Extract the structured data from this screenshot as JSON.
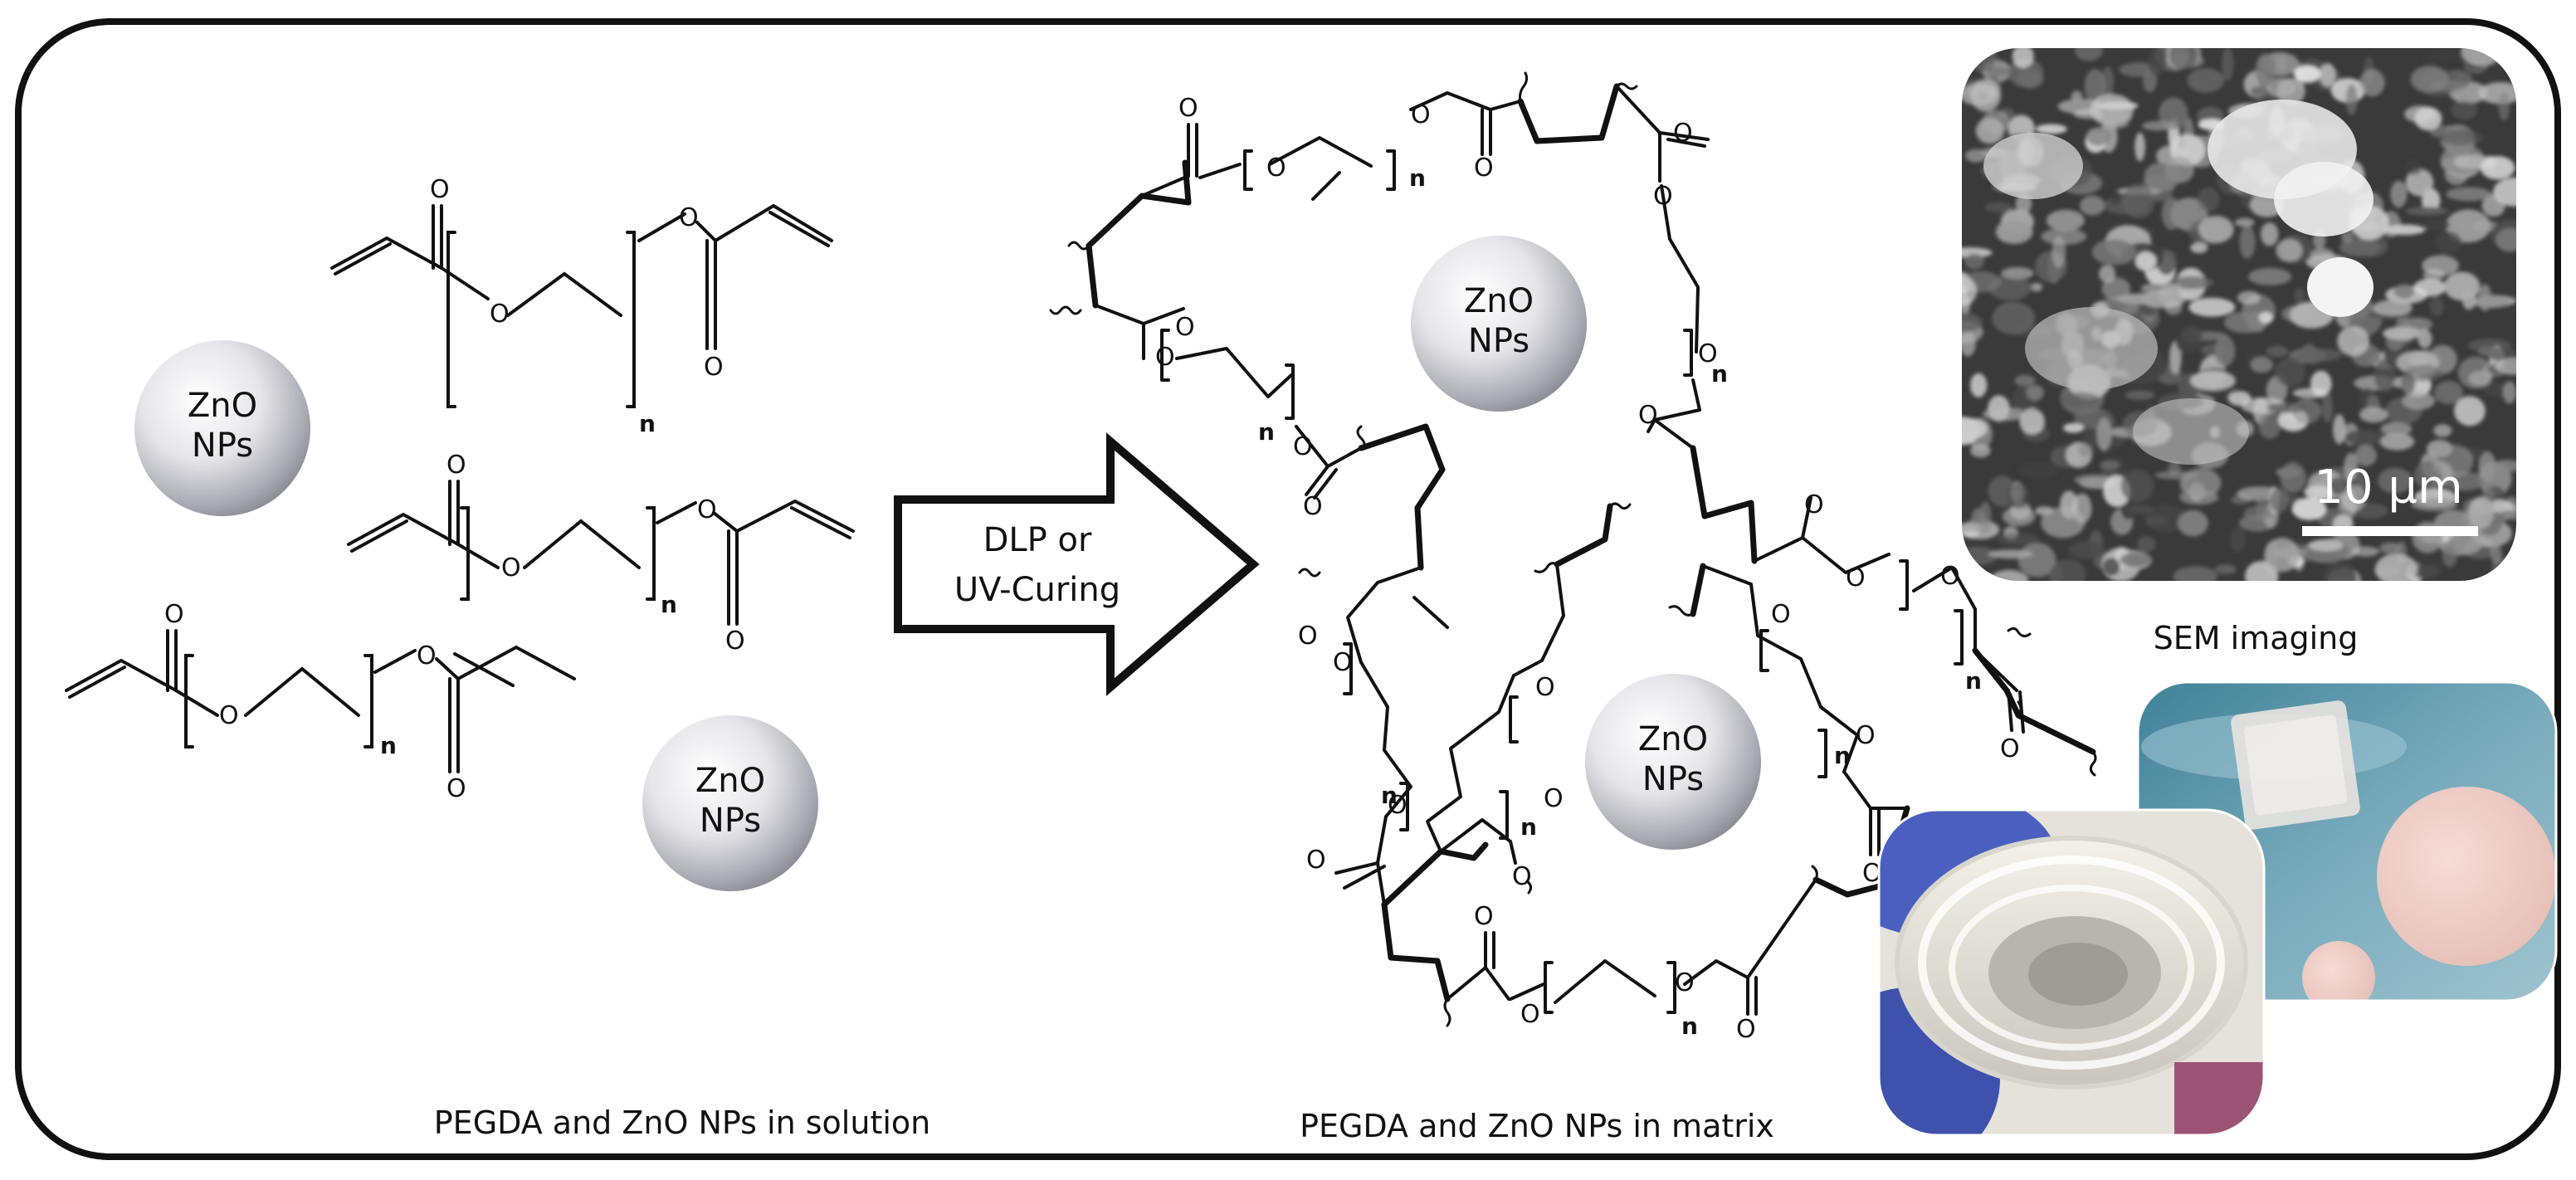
{
  "nanoparticle": {
    "line1": "ZnO",
    "line2": "NPs"
  },
  "atoms": {
    "oxygen": "O",
    "repeat": "n"
  },
  "arrow": {
    "line1": "DLP or",
    "line2": "UV-Curing"
  },
  "captions": {
    "solution": "PEGDA and ZnO NPs in solution",
    "matrix": "PEGDA and ZnO NPs in matrix",
    "sem": "SEM imaging"
  },
  "sem_image": {
    "scale_bar": "10 µm"
  },
  "colors": {
    "frame": "#111111",
    "sphere_light": "#ffffff",
    "sphere_dark": "#7d7d87",
    "sem_base": "#3a3a3a",
    "photo_blue": "#5d8ea2",
    "glove": "#4a5fc0"
  }
}
